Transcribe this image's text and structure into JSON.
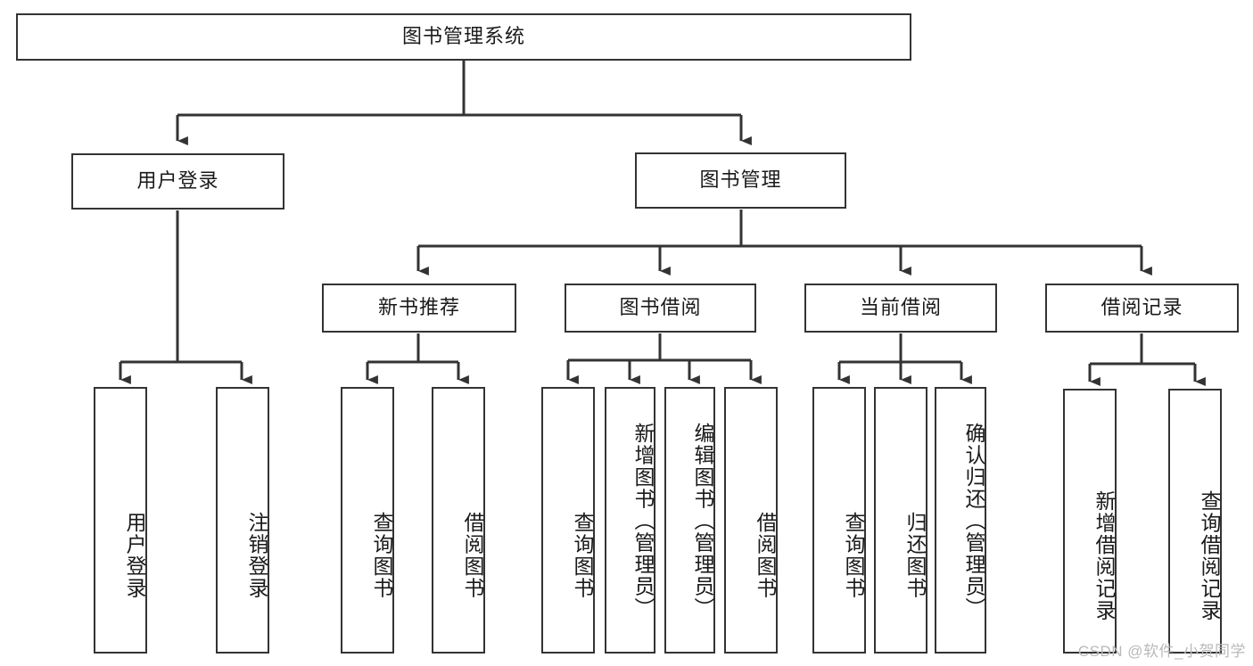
{
  "diagram": {
    "title": "图书管理系统",
    "type": "tree",
    "watermark": "CSDN @软件_小贺同学",
    "colors": {
      "stroke": "#333333",
      "fill": "#ffffff",
      "text": "#1a1a1a",
      "watermark": "#b9b9b9"
    },
    "root": {
      "label": "图书管理系统"
    },
    "level1": [
      {
        "label": "用户登录"
      },
      {
        "label": "图书管理"
      }
    ],
    "level2": [
      {
        "label": "新书推荐"
      },
      {
        "label": "图书借阅"
      },
      {
        "label": "当前借阅"
      },
      {
        "label": "借阅记录"
      }
    ],
    "leaves": {
      "user_login": [
        {
          "label": "用户登录"
        },
        {
          "label": "注销登录"
        }
      ],
      "new_book_recommend": [
        {
          "label": "查询图书"
        },
        {
          "label": "借阅图书"
        }
      ],
      "book_borrow": [
        {
          "label": "查询图书"
        },
        {
          "label": "新增图书（管理员）"
        },
        {
          "label": "编辑图书（管理员）"
        },
        {
          "label": "借阅图书"
        }
      ],
      "current_borrow": [
        {
          "label": "查询图书"
        },
        {
          "label": "归还图书"
        },
        {
          "label": "确认归还（管理员）"
        }
      ],
      "borrow_record": [
        {
          "label": "新增借阅记录"
        },
        {
          "label": "查询借阅记录"
        }
      ]
    }
  }
}
